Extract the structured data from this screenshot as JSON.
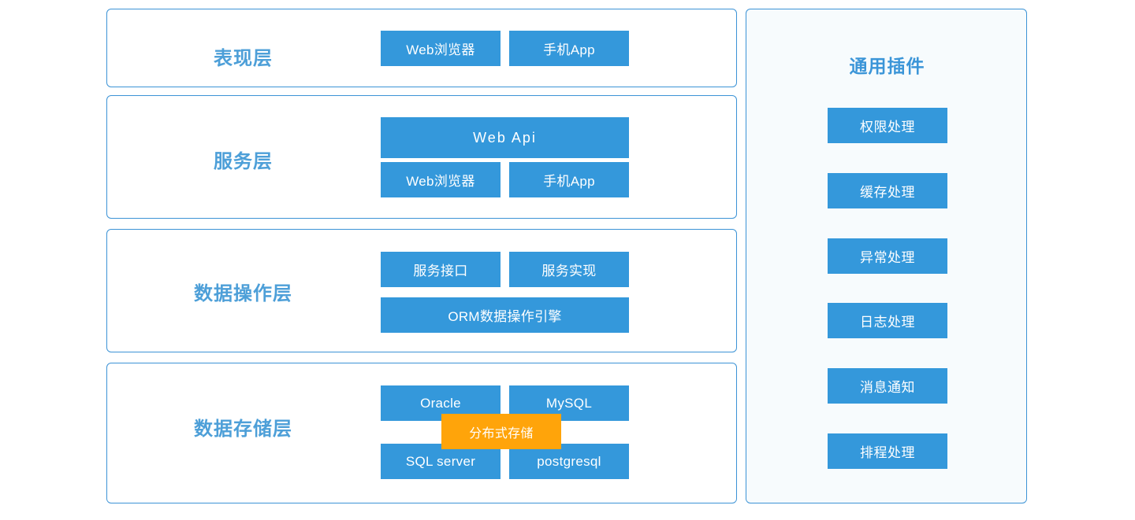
{
  "colors": {
    "primary_blue": "#3498db",
    "border_blue": "#3c93d6",
    "title_blue": "#4d9fd8",
    "accent_orange": "#ffa40a",
    "panel_bg": "#f7fbfd",
    "page_bg": "#ffffff"
  },
  "architecture": {
    "layers": [
      {
        "title": "表现层",
        "boxes": [
          {
            "label": "Web浏览器"
          },
          {
            "label": "手机App"
          }
        ]
      },
      {
        "title": "服务层",
        "boxes": [
          {
            "label": "Web Api"
          },
          {
            "label": "Web浏览器"
          },
          {
            "label": "手机App"
          }
        ]
      },
      {
        "title": "数据操作层",
        "boxes": [
          {
            "label": "服务接口"
          },
          {
            "label": "服务实现"
          },
          {
            "label": "ORM数据操作引擎"
          }
        ]
      },
      {
        "title": "数据存储层",
        "boxes": [
          {
            "label": "Oracle"
          },
          {
            "label": "MySQL"
          },
          {
            "label": "SQL server"
          },
          {
            "label": "postgresql"
          },
          {
            "label": "分布式存储"
          }
        ]
      }
    ]
  },
  "plugins": {
    "title": "通用插件",
    "items": [
      {
        "label": "权限处理"
      },
      {
        "label": "缓存处理"
      },
      {
        "label": "异常处理"
      },
      {
        "label": "日志处理"
      },
      {
        "label": "消息通知"
      },
      {
        "label": "排程处理"
      }
    ]
  }
}
